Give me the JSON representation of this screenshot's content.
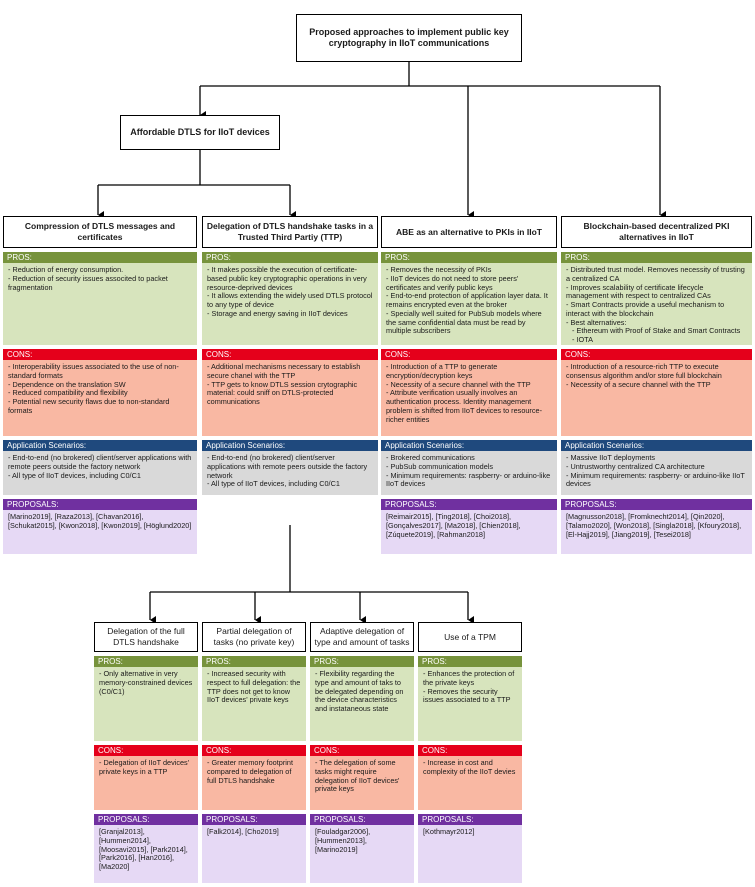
{
  "root": "Proposed approaches to implement public key cryptography in IIoT communications",
  "dtls": "Affordable DTLS for IIoT devices",
  "columns": [
    {
      "title": "Compression of DTLS messages and certificates",
      "pros_label": "PROS:",
      "pros": [
        "- Reduction of energy consumption.",
        "- Reduction of security issues associted to packet fragmentation"
      ],
      "cons_label": "CONS:",
      "cons": [
        "- Interoperability issues associated to the use of non-standard formats",
        "- Dependence on the translation SW",
        "- Reduced compatibility and flexibility",
        "- Potential new security flaws due to non-standard formats"
      ],
      "app_label": "Application Scenarios:",
      "app": [
        "- End-to-end (no brokered) client/server applications with remote peers outside the factory network",
        "- All type of IIoT devices, including C0/C1"
      ],
      "prop_label": "PROPOSALS:",
      "proposals": "[Marino2019], [Raza2013], [Chavan2016], [Schukat2015], [Kwon2018], [Kwon2019], [Höglund2020]"
    },
    {
      "title": "Delegation of DTLS handshake tasks in a Trusted Third Partiy (TTP)",
      "pros_label": "PROS:",
      "pros": [
        "- It makes possible the execution of certificate-based public key cryptographic operations in very resource-deprived devices",
        "- It allows extending the widely used DTLS protocol to any type of device",
        "- Storage and energy saving in IIoT devices"
      ],
      "cons_label": "CONS:",
      "cons": [
        "- Additional mechanisms necessary to establish secure chanel with the TTP",
        "- TTP gets to know DTLS session crytographic material: could sniff on DTLS-protected communications"
      ],
      "app_label": "Application Scenarios:",
      "app": [
        "- End-to-end (no brokered) client/server applications with remote peers outside the factory network",
        "- All type of IIoT devices, including C0/C1"
      ]
    },
    {
      "title": "ABE as an alternative to PKIs in IIoT",
      "pros_label": "PROS:",
      "pros": [
        "- Removes the necessity of PKIs",
        "- IIoT devices do not need to store peers' certificates and verify public keys",
        "- End-to-end protection of application layer data. It remains encrypted even at the broker",
        "- Specially well suited for PubSub models where the same confidential data must be read by multiple subscribers"
      ],
      "cons_label": "CONS:",
      "cons": [
        "- Introduction of a TTP to generate encryption/decryption keys",
        "- Necessity of a secure channel with the TTP",
        "- Attribute verification usually involves an authentication process. Identity management problem is shifted from IIoT devices to resource-richer entities"
      ],
      "app_label": "Application Scenarios:",
      "app": [
        "- Brokered communications",
        "- PubSub communication models",
        "- Minimum requirements: raspberry- or arduino-like IIoT devices"
      ],
      "prop_label": "PROPOSALS:",
      "proposals": "[Reimair2015], [Ting2018], [Choi2018], [Gonçalves2017], [Ma2018], [Chien2018], [Zúquete2019], [Rahman2018]"
    },
    {
      "title": "Blockchain-based decentralized PKI alternatives in IIoT",
      "pros_label": "PROS:",
      "pros": [
        "- Distributed trust model. Removes necessity of trusting a centralized CA",
        "- Improves scalability of certificate lifecycle management with respect to centralized CAs",
        "- Smart Contracts provide a useful mechanism to interact with the blockchain",
        "- Best alternatives:"
      ],
      "pros_sub": [
        "- Ethereum with Proof of Stake and Smart Contracts",
        "- IOTA"
      ],
      "cons_label": "CONS:",
      "cons": [
        "- Introduction of a resource-rich TTP to execute consensus algorithm and/or store full blockchain",
        "- Necessity of a secure channel with the TTP"
      ],
      "app_label": "Application Scenarios:",
      "app": [
        "- Massive IIoT deployments",
        "- Untrustworthy centralized CA architecture",
        "- Minimum requirements: raspberry- or arduino-like IIoT devices"
      ],
      "prop_label": "PROPOSALS:",
      "proposals": "[Magnusson2018], [Fromknecht2014], [Qin2020], [Talamo2020], [Won2018], [Singla2018], [Kfoury2018], [El-Hajj2019], [Jiang2019], [Tesei2018]"
    }
  ],
  "subcolumns": [
    {
      "title": "Delegation of the full DTLS handshake",
      "pros_label": "PROS:",
      "pros": [
        "- Only alternative in very memory-constrained devices (C0/C1)"
      ],
      "cons_label": "CONS:",
      "cons": [
        "- Delegation of IIoT devices' private keys in a TTP"
      ],
      "prop_label": "PROPOSALS:",
      "proposals": "[Granjal2013], [Hummen2014], [Moosavi2015], [Park2014], [Park2016], [Han2016], [Ma2020]"
    },
    {
      "title": "Partial delegation of tasks (no private key)",
      "pros_label": "PROS:",
      "pros": [
        "- Increased security with respect to full delegation: the TTP does not get to know IIoT devices' private keys"
      ],
      "cons_label": "CONS:",
      "cons": [
        "- Greater memory footprint compared to delegation of full DTLS handshake"
      ],
      "prop_label": "PROPOSALS:",
      "proposals": "[Falk2014], [Cho2019]"
    },
    {
      "title": "Adaptive delegation of type and amount of tasks",
      "pros_label": "PROS:",
      "pros": [
        "- Flexibility regarding the type and amount of taks to be delegated depending on the device characteristics and instataneous state"
      ],
      "cons_label": "CONS:",
      "cons": [
        "- The delegation of some tasks might require delegation of IIoT devices' private keys"
      ],
      "prop_label": "PROPOSALS:",
      "proposals": "[Fouladgar2006], [Hummen2013], [Marino2019]"
    },
    {
      "title": "Use of a TPM",
      "pros_label": "PROS:",
      "pros": [
        "- Enhances the protection of the private keys",
        "- Removes the security issues associated to a TTP"
      ],
      "cons_label": "CONS:",
      "cons": [
        "- Increase in cost and complexity of the IIoT devies"
      ],
      "prop_label": "PROPOSALS:",
      "proposals": "[Kothmayr2012]"
    }
  ]
}
